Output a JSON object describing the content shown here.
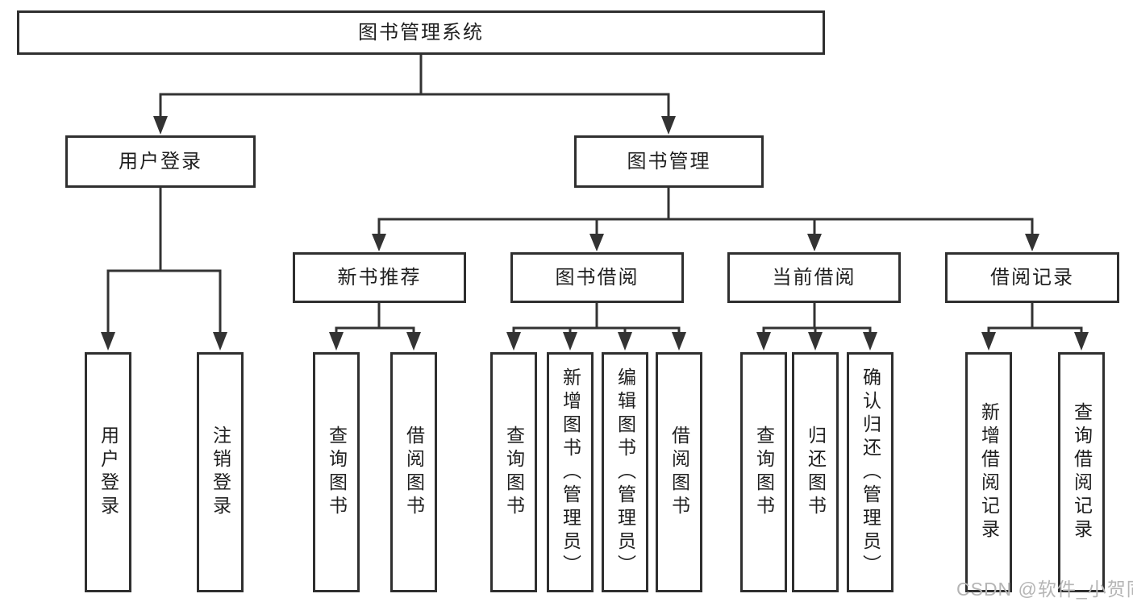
{
  "page": {
    "watermark": "CSDN @软件_小贺同学"
  },
  "colors": {
    "line": "#333333",
    "box_border": "#2f2f2f",
    "text": "#1f1f1f",
    "background": "#ffffff",
    "watermark": "#b5b5b5"
  },
  "tree": {
    "root": "图书管理系统",
    "branches": [
      {
        "label": "用户登录",
        "children": [
          "用户登录",
          "注销登录"
        ]
      },
      {
        "label": "图书管理",
        "sections": [
          {
            "label": "新书推荐",
            "children": [
              "查询图书",
              "借阅图书"
            ]
          },
          {
            "label": "图书借阅",
            "children": [
              "查询图书",
              "新增图书（管理员）",
              "编辑图书（管理员）",
              "借阅图书"
            ]
          },
          {
            "label": "当前借阅",
            "children": [
              "查询图书",
              "归还图书",
              "确认归还（管理员）"
            ]
          },
          {
            "label": "借阅记录",
            "children": [
              "新增借阅记录",
              "查询借阅记录"
            ]
          }
        ]
      }
    ]
  }
}
